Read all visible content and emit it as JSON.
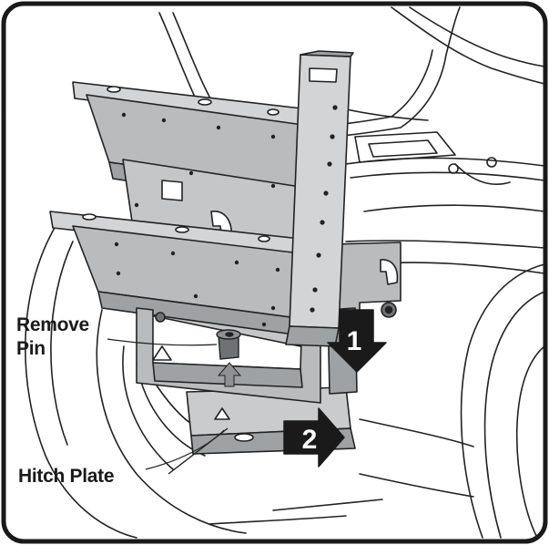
{
  "labels": {
    "remove_pin_line1": "Remove",
    "remove_pin_line2": "Pin",
    "hitch_plate": "Hitch Plate"
  },
  "steps": [
    {
      "number": "1",
      "direction": "down"
    },
    {
      "number": "2",
      "direction": "right"
    }
  ],
  "colors": {
    "border": "#1a1a1a",
    "steel": "#b9bbbd",
    "steel_dark": "#8e9194",
    "line": "#222222",
    "arrow": "#1a1a1a",
    "pin": "#6f7275"
  }
}
